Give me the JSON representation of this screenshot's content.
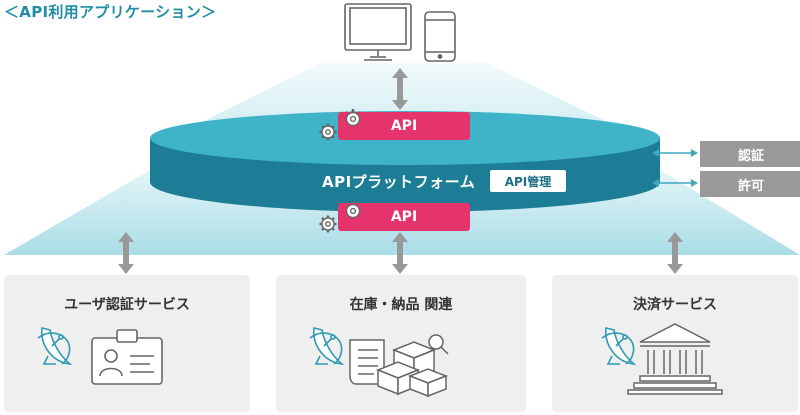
{
  "page_title": "＜API利用アプリケーション＞",
  "api_badge_top": "API",
  "api_badge_bottom": "API",
  "platform": {
    "label": "APIプラットフォーム",
    "mgmt_label": "API管理"
  },
  "side_tags": [
    {
      "label": "認証"
    },
    {
      "label": "許可"
    }
  ],
  "services": [
    {
      "title": "ユーザ認証サービス",
      "icon": "id-card-icon"
    },
    {
      "title": "在庫・納品 関連",
      "icon": "packages-icon"
    },
    {
      "title": "決済サービス",
      "icon": "bank-icon"
    }
  ],
  "colors": {
    "accent": "#1f8da6",
    "platform_top": "#3fb4c9",
    "platform_side": "#1d7d97",
    "api_pink": "#e5336b",
    "arrow_gray": "#999999",
    "tag_gray": "#999999",
    "box_gray": "#efefef"
  }
}
